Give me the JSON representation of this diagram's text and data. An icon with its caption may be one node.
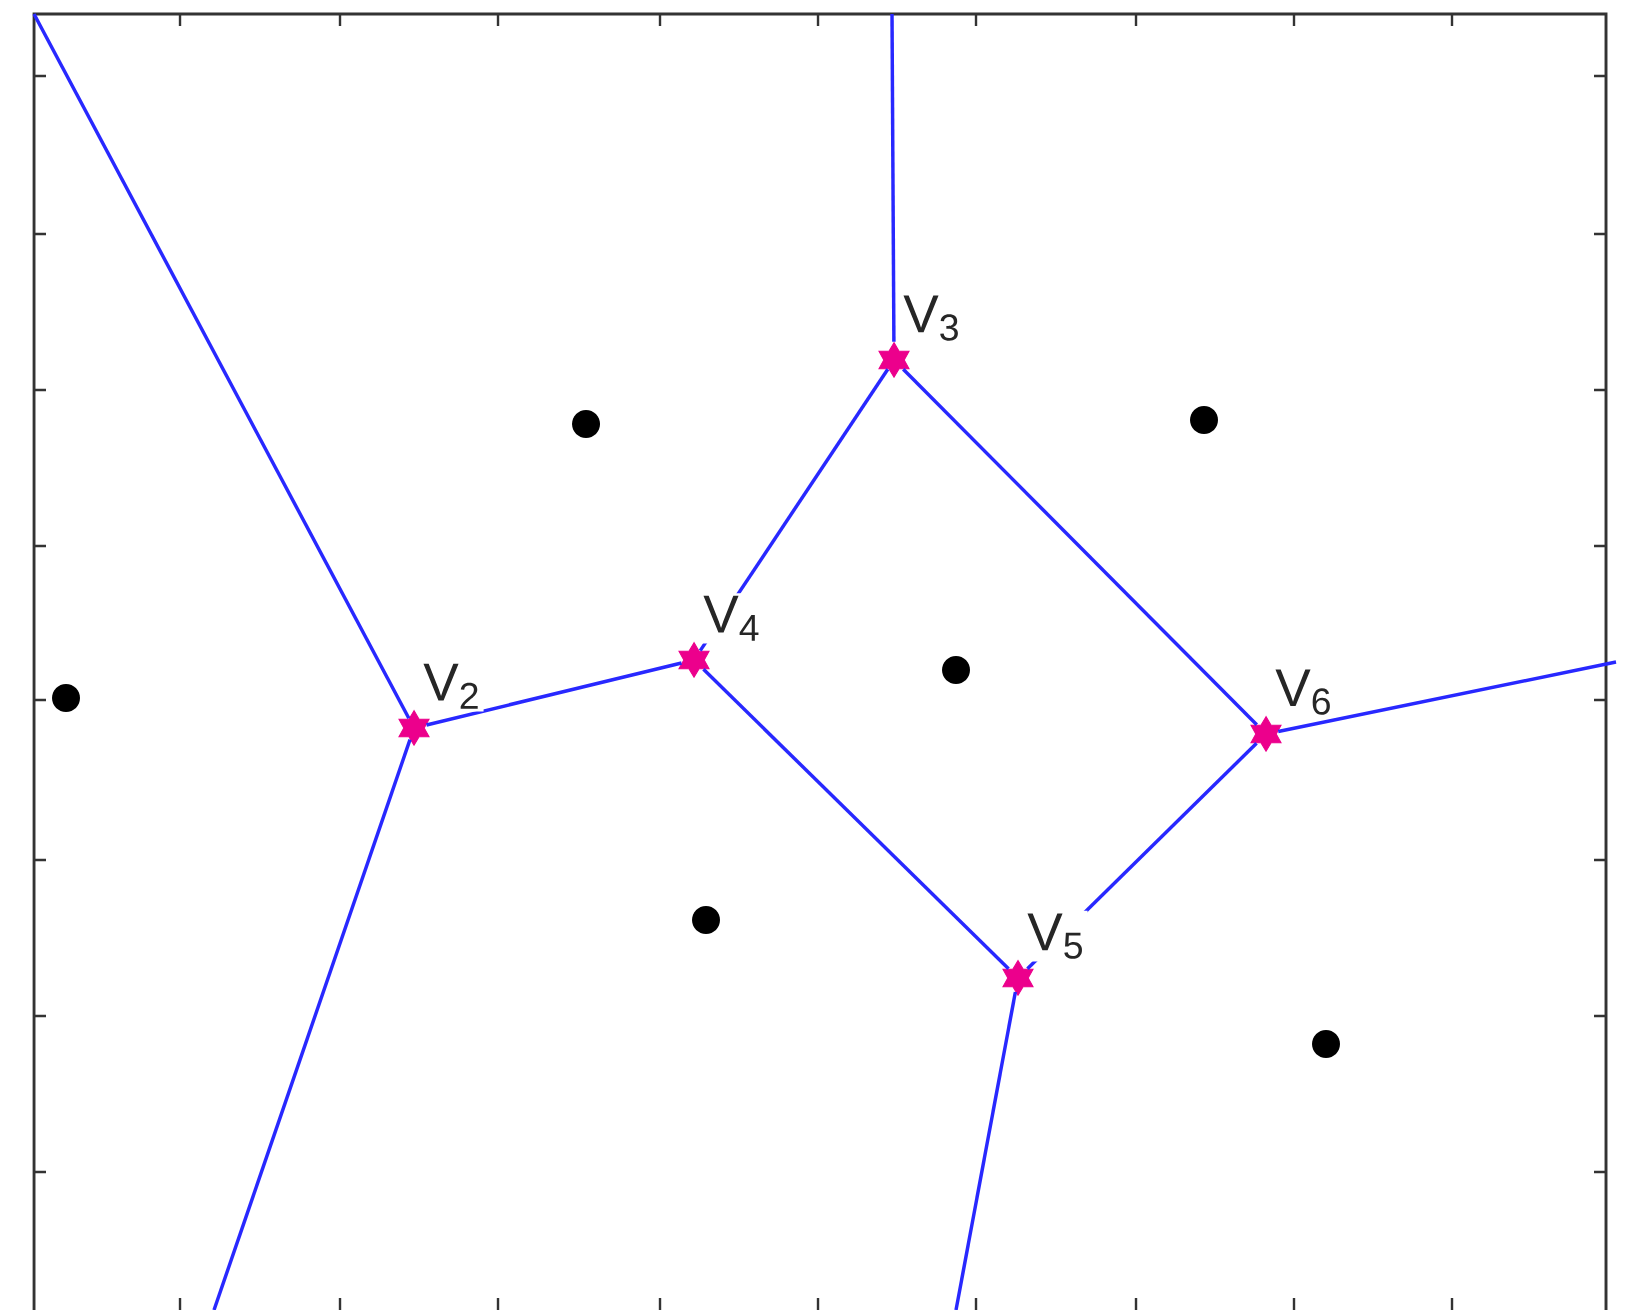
{
  "diagram": {
    "nodes": [
      {
        "text": [],
        "shape": "star",
        "beside": [
          "V$_{3}$"
        ]
      },
      {
        "text": [],
        "shape": "star",
        "beside": [
          "V$_{4}$"
        ]
      },
      {
        "text": [],
        "shape": "star",
        "beside": [
          "V$_{2}$"
        ]
      },
      {
        "text": [],
        "shape": "star",
        "beside": [
          "V$_{6}$"
        ]
      },
      {
        "text": [],
        "shape": "star",
        "beside": [
          "V$_{5}$"
        ]
      }
    ],
    "edges": [
      {
        "from": 0,
        "to": null,
        "arrow": "none"
      },
      {
        "from": 2,
        "to": null,
        "arrow": "none"
      },
      {
        "from": 2,
        "to": 1,
        "arrow": "none"
      },
      {
        "from": 1,
        "to": 0,
        "arrow": "none"
      },
      {
        "from": 0,
        "to": 3,
        "arrow": "none"
      },
      {
        "from": 1,
        "to": 4,
        "arrow": "none"
      },
      {
        "from": 4,
        "to": 3,
        "arrow": "none"
      },
      {
        "from": 3,
        "to": null,
        "arrow": "none"
      },
      {
        "from": 2,
        "to": null,
        "arrow": "none"
      },
      {
        "from": 4,
        "to": null,
        "arrow": "none"
      }
    ]
  }
}
